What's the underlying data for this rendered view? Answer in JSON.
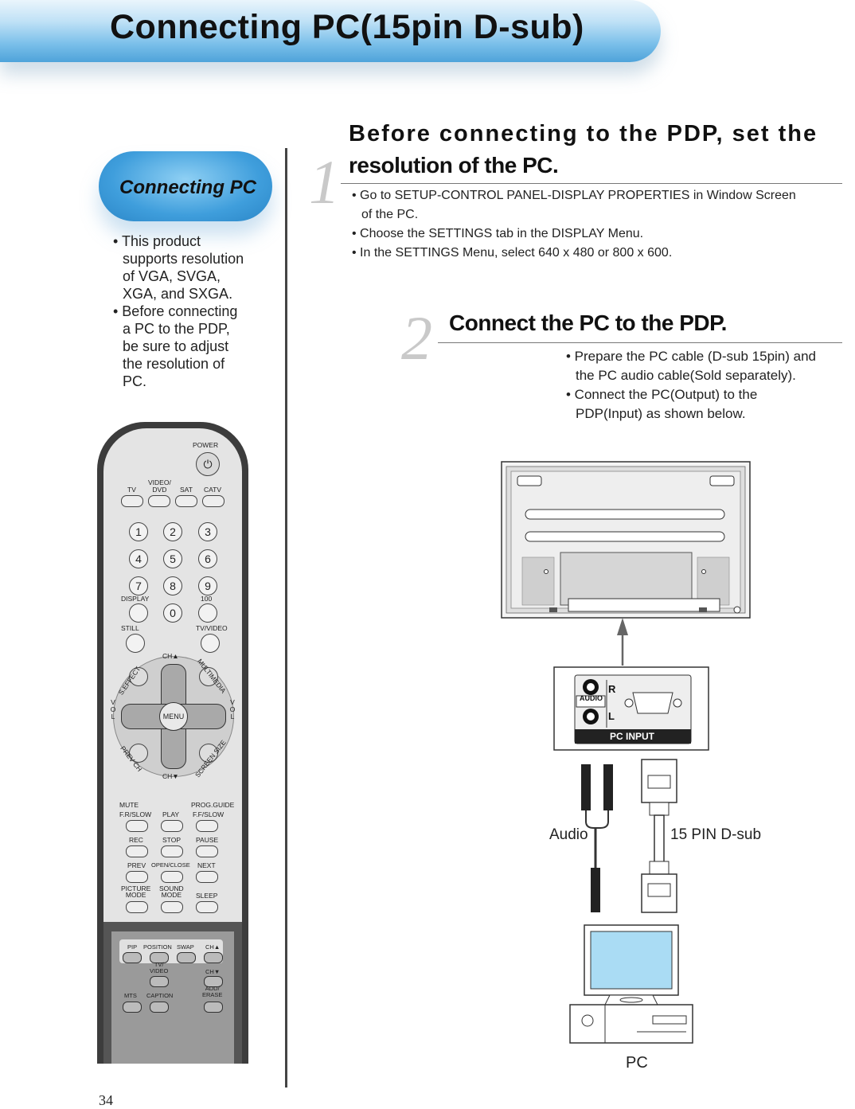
{
  "header": {
    "title": "Connecting PC(15pin D-sub)"
  },
  "sidebar": {
    "pill_label": "Connecting PC",
    "notes": [
      [
        "• This product",
        "supports resolution",
        "of VGA, SVGA,",
        "XGA, and SXGA."
      ],
      [
        "• Before connecting",
        "a PC to the PDP,",
        "be sure to adjust",
        "the resolution of",
        "PC."
      ]
    ]
  },
  "page_number": "34",
  "steps": [
    {
      "number": "1",
      "title_line1": "Before connecting to the PDP, set the",
      "title_line2": "resolution of the PC.",
      "bullets": [
        "• Go to SETUP-CONTROL PANEL-DISPLAY PROPERTIES in Window Screen",
        "of the PC.",
        "• Choose the SETTINGS tab in the DISPLAY Menu.",
        "• In the SETTINGS Menu, select 640 x 480 or 800 x 600."
      ]
    },
    {
      "number": "2",
      "title": "Connect the PC to the PDP.",
      "bullets": [
        "• Prepare the PC cable (D-sub 15pin) and",
        "the PC audio cable(Sold separately).",
        "• Connect the PC(Output) to the",
        "PDP(Input) as shown below."
      ]
    }
  ],
  "diagram": {
    "panel_label": "PC INPUT",
    "audio_label": "AUDIO",
    "r_label": "R",
    "l_label": "L",
    "cable_audio": "Audio",
    "cable_dsub": "15 PIN D-sub",
    "pc_label": "PC"
  },
  "remote": {
    "power": "POWER",
    "source": [
      "TV",
      "VIDEO/\nDVD",
      "SAT",
      "CATV"
    ],
    "digits": [
      "1",
      "2",
      "3",
      "4",
      "5",
      "6",
      "7",
      "8",
      "9",
      "0"
    ],
    "display": "DISPLAY",
    "hundred": "100",
    "still": "STILL",
    "tv_video": "TV/VIDEO",
    "ch_up": "CH▲",
    "ch_down": "CH▼",
    "s_effect": "S.EFFECT",
    "multimedia": "MULTIMEDIA",
    "prev_ch": "PREV CH",
    "screen_size": "SCREEN SIZE",
    "vol": "VOL",
    "menu": "MENU",
    "mute": "MUTE",
    "prog_guide": "PROG.GUIDE",
    "fr_slow": "F.R/SLOW",
    "play": "PLAY",
    "ff_slow": "F.F/SLOW",
    "rec": "REC",
    "stop": "STOP",
    "pause": "PAUSE",
    "prev": "PREV",
    "open_close": "OPEN/CLOSE",
    "next": "NEXT",
    "picture_mode": "PICTURE\nMODE",
    "sound_mode": "SOUND\nMODE",
    "sleep": "SLEEP",
    "pip": "PIP",
    "position": "POSITION",
    "swap": "SWAP",
    "sub_ch_up": "CH▲",
    "sub_ch_down": "CH▼",
    "sub_tv_video": "TV/\nVIDEO",
    "mts": "MTS",
    "caption": "CAPTION",
    "add_erase": "ADD/\nERASE"
  }
}
